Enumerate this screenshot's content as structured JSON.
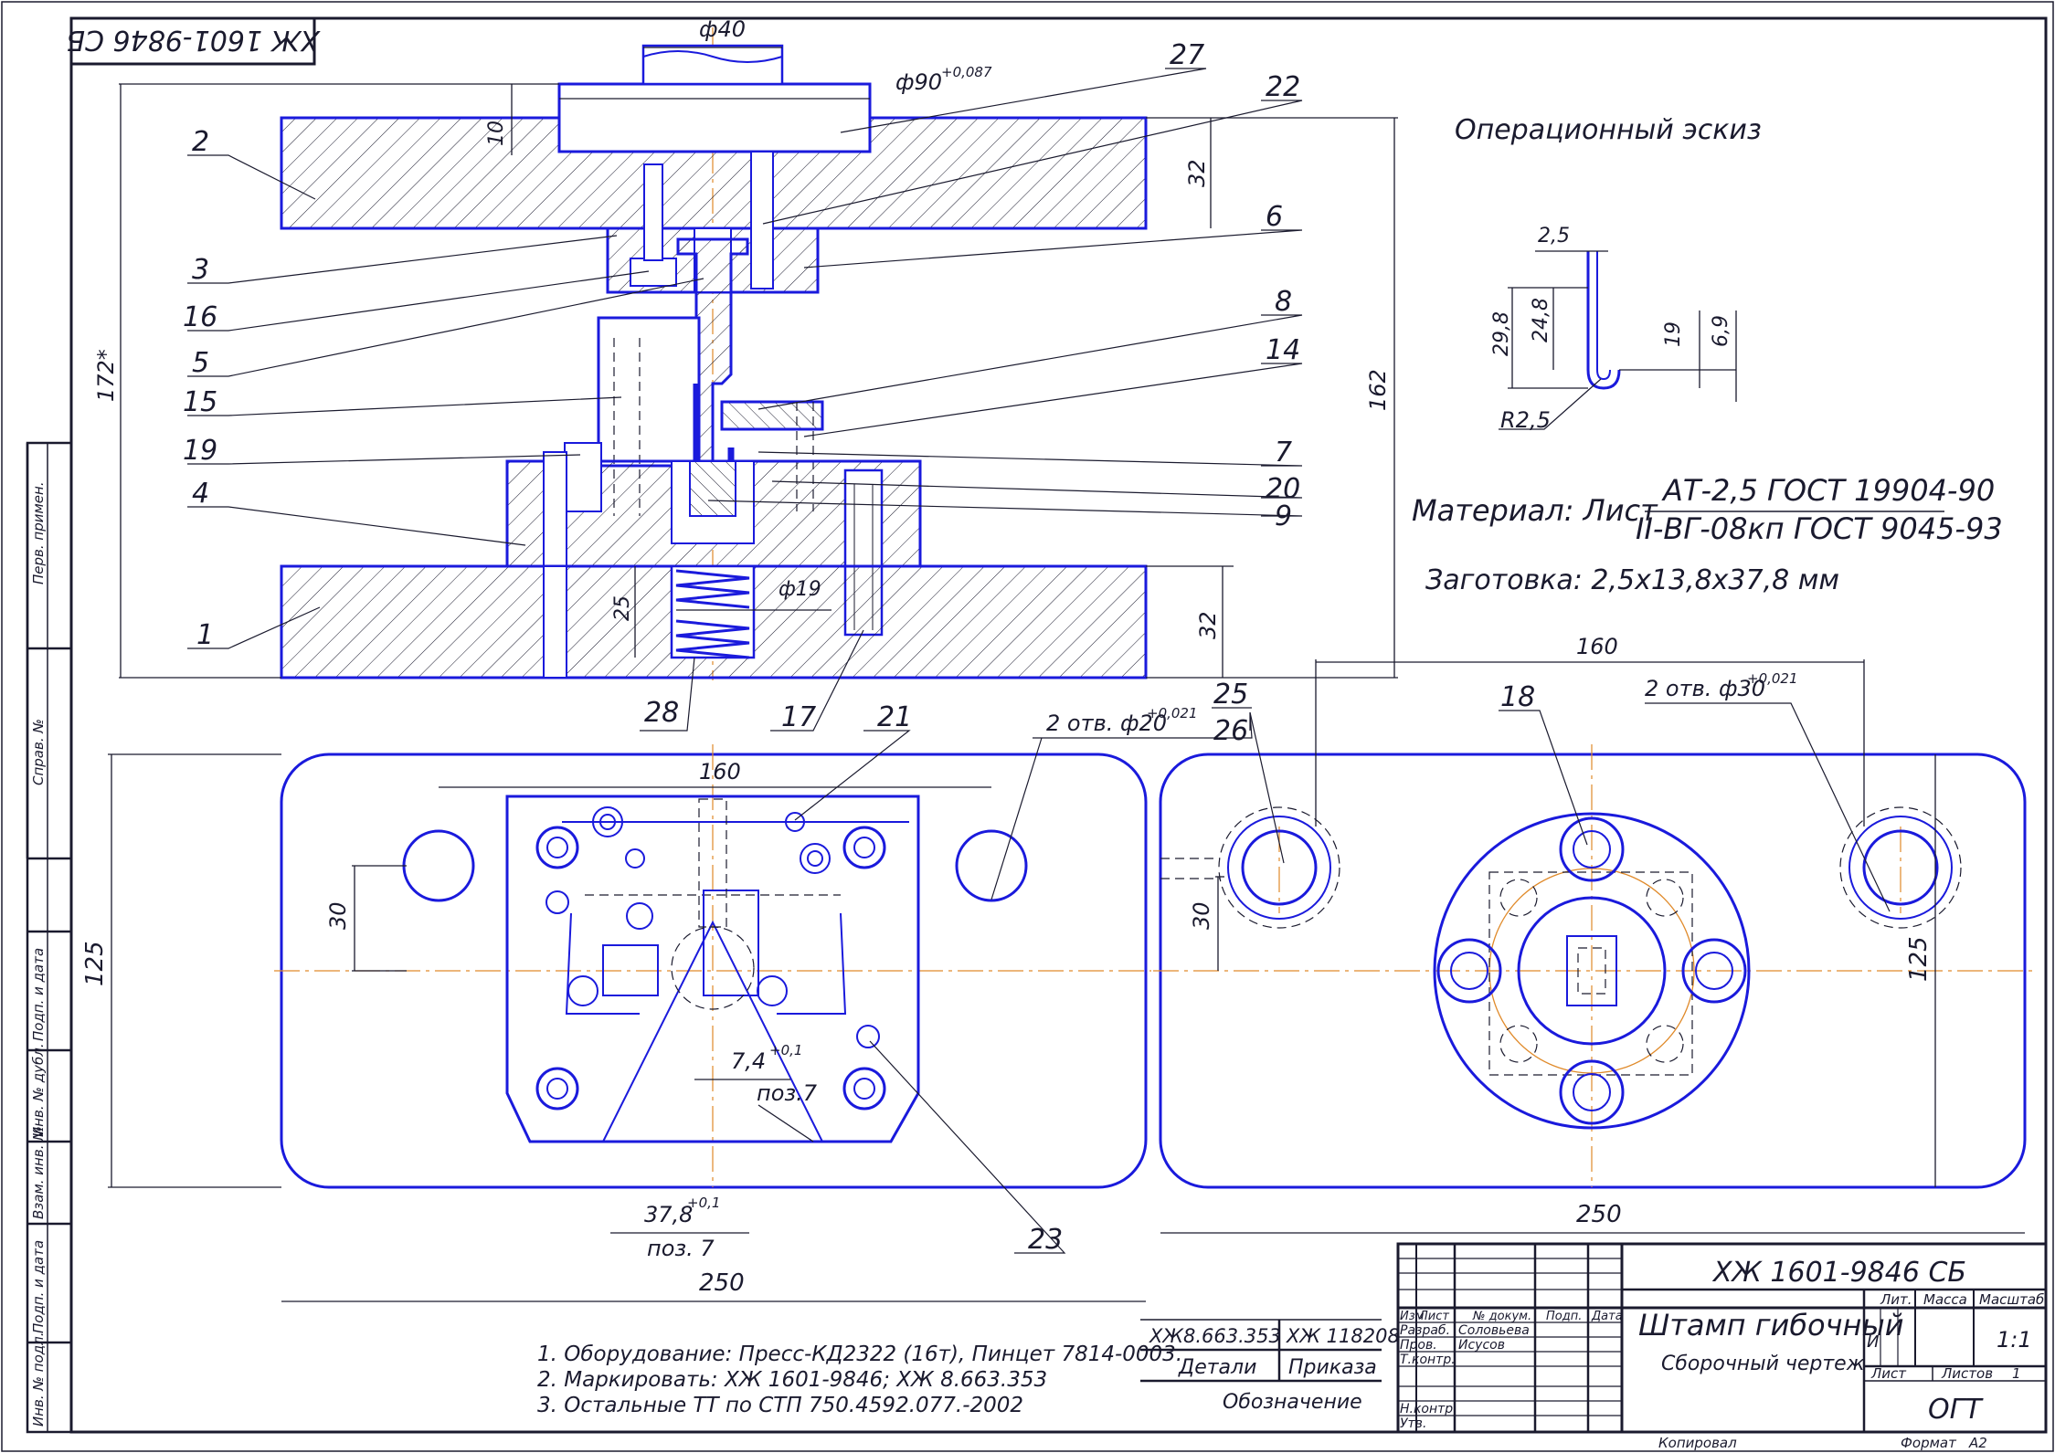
{
  "drawing": {
    "code_top": "ХЖ 1601-9846 СБ",
    "sketch_title": "Операционный эскиз",
    "material_prefix": "Материал: Лист",
    "material_top": "АТ-2,5 ГОСТ 19904-90",
    "material_bottom": "II-ВГ-08кп ГОСТ 9045-93",
    "blank": "Заготовка: 2,5х13,8х37,8 мм",
    "notes": [
      "1. Оборудование: Пресс-КД2322 (16т), Пинцет 7814-0003.",
      "2. Маркировать: ХЖ 1601-9846; ХЖ 8.663.353",
      "3. Остальные ТТ по СТП 750.4592.077.-2002"
    ],
    "positions": [
      "27",
      "22",
      "2",
      "6",
      "3",
      "16",
      "5",
      "8",
      "14",
      "15",
      "19",
      "7",
      "20",
      "4",
      "9",
      "1",
      "28",
      "17",
      "21",
      "25",
      "26",
      "18",
      "23"
    ],
    "dims": {
      "d40": "ф40",
      "d90": "ф90",
      "d90_tol": "+0,087",
      "h10": "10",
      "h32a": "32",
      "h32b": "32",
      "h25": "25",
      "h172": "172*",
      "h162": "162",
      "d19": "ф19",
      "s25": "2,5",
      "s298": "29,8",
      "s248": "24,8",
      "s19": "19",
      "s69": "6,9",
      "r25": "R2,5",
      "w160a": "160",
      "w160b": "160",
      "holes20": "2 отв. ф20",
      "holes20_tol": "+0,021",
      "holes30": "2 отв. ф30",
      "holes30_tol": "+0,021",
      "h30a": "30",
      "h30b": "30",
      "h125a": "125",
      "h125b": "125",
      "d74": "7,4",
      "d74_tol": "+0,1",
      "poz7a": "поз.7",
      "d378": "37,8",
      "d378_tol": "+0,1",
      "poz7b": "поз. 7",
      "w250a": "250",
      "w250b": "250"
    }
  },
  "side_strip": [
    "Перв. примен.",
    "Справ. №",
    "Подп. и дата",
    "Инв. № дубл.",
    "Взам. инв. №",
    "Подп. и дата",
    "Инв. № подл."
  ],
  "spec_table": {
    "row1_a": "ХЖ8.663.353",
    "row1_b": "ХЖ 118208",
    "row2_a": "Детали",
    "row2_b": "Приказа",
    "caption": "Обозначение"
  },
  "title_block": {
    "code": "ХЖ 1601-9846 СБ",
    "name": "Штамп гибочный",
    "doc_type": "Сборочный чертеж",
    "hdr_izm": "Изм",
    "hdr_list": "Лист",
    "hdr_ndoc": "№ докум.",
    "hdr_podp": "Подп.",
    "hdr_data": "Дата",
    "razrab": "Разраб.",
    "razrab_name": "Соловьева",
    "prov": "Пров.",
    "prov_name": "Исусов",
    "tkontr": "Т.контр.",
    "nkontr": "Н.контр.",
    "utv": "Утв.",
    "lit": "Лит.",
    "lit_val": "И",
    "massa": "Масса",
    "masshtab": "Масштаб",
    "scale": "1:1",
    "list": "Лист",
    "listov": "Листов",
    "listov_val": "1",
    "org": "ОГТ",
    "kopiroval": "Копировал",
    "format": "Формат",
    "format_val": "А2"
  }
}
